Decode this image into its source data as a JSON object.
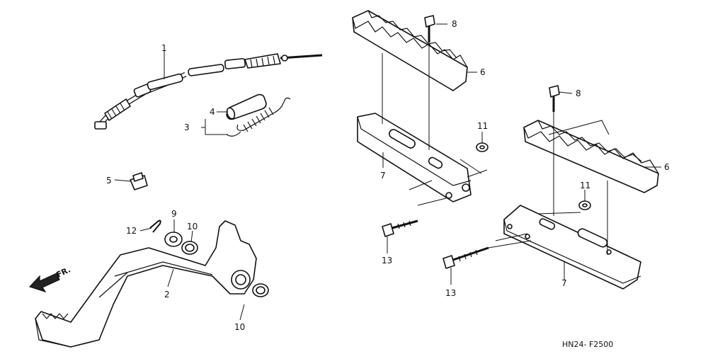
{
  "diagram": {
    "figure_code": "HN24- F2500",
    "front_arrow_label": "FR.",
    "callouts": {
      "c1": "1",
      "c2": "2",
      "c3": "3",
      "c4": "4",
      "c5": "5",
      "c6a": "6",
      "c6b": "6",
      "c7a": "7",
      "c7b": "7",
      "c8a": "8",
      "c8b": "8",
      "c9": "9",
      "c10a": "10",
      "c10b": "10",
      "c11a": "11",
      "c11b": "11",
      "c12": "12",
      "c13a": "13",
      "c13b": "13"
    }
  }
}
